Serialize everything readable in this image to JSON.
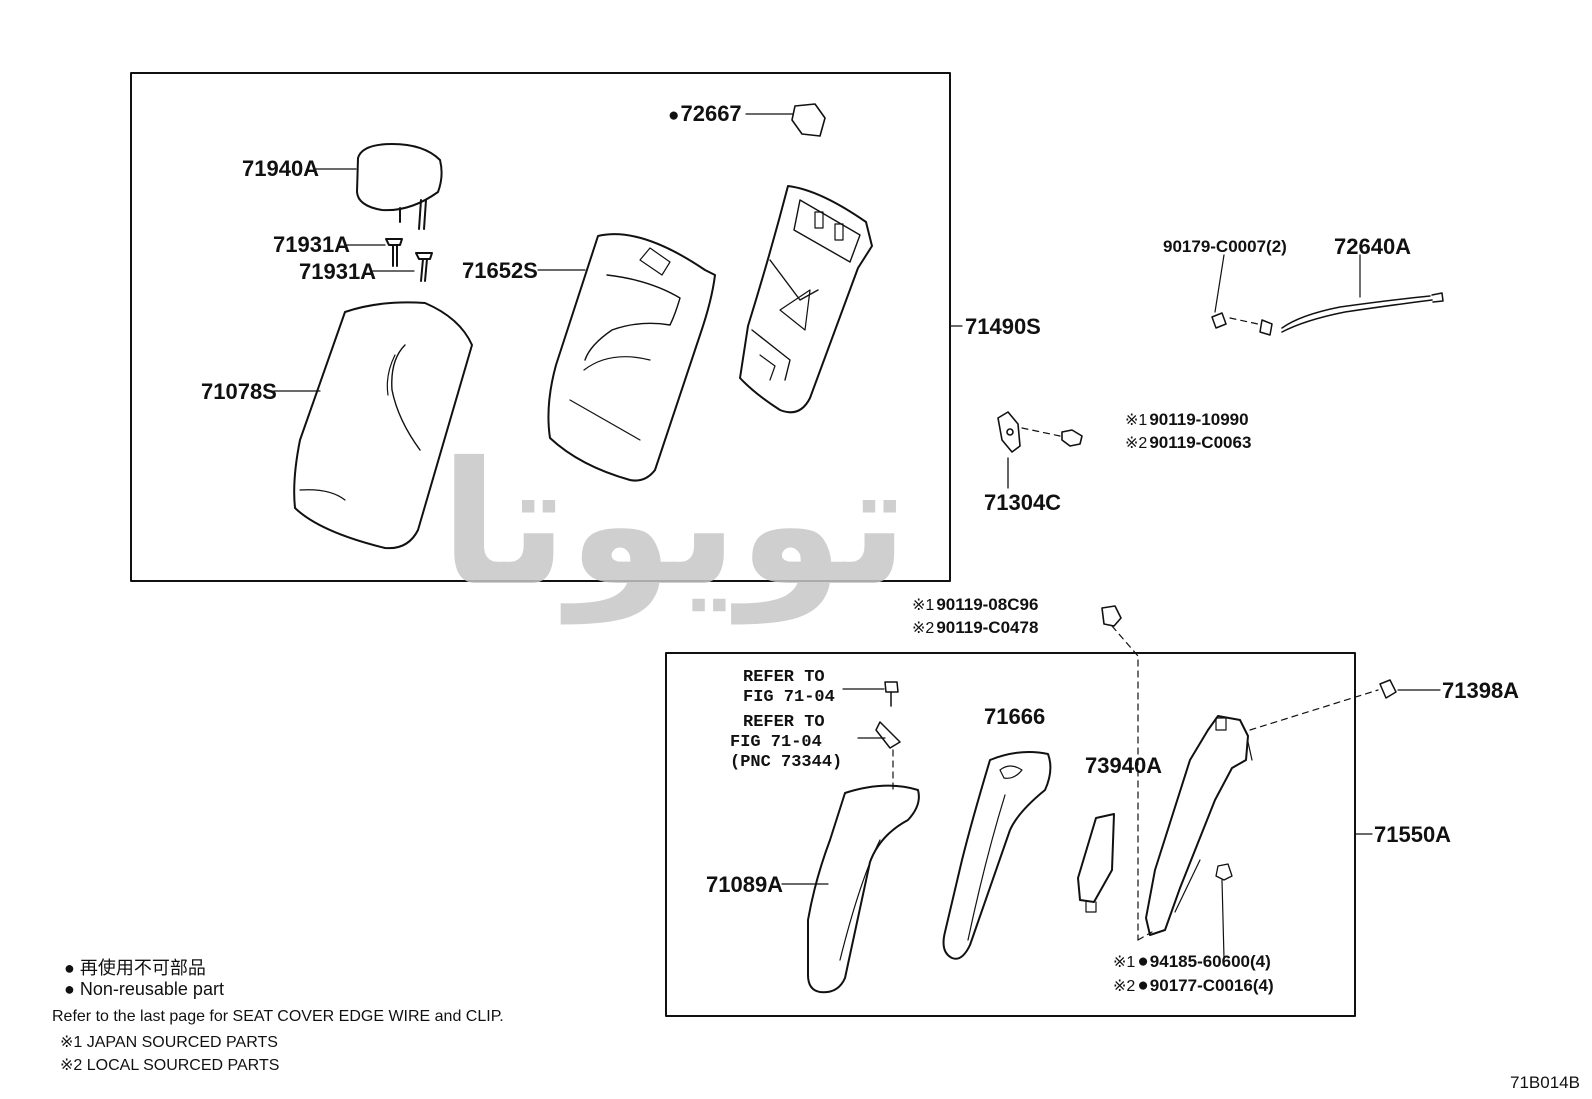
{
  "parts": {
    "p72667": "72667",
    "p71940A": "71940A",
    "p71931A_1": "71931A",
    "p71931A_2": "71931A",
    "p71652S": "71652S",
    "p71078S": "71078S",
    "p71490S": "71490S",
    "p90179": "90179-C0007(2)",
    "p72640A": "72640A",
    "p90119_10990": "90119-10990",
    "p90119_C0063": "90119-C0063",
    "p71304C": "71304C",
    "p90119_08C96": "90119-08C96",
    "p90119_C0478": "90119-C0478",
    "p71666": "71666",
    "p73940A": "73940A",
    "p71398A": "71398A",
    "p71550A": "71550A",
    "p71089A": "71089A",
    "p94185": "94185-60600(4)",
    "p90177": "90177-C0016(4)"
  },
  "marks": {
    "dot": "●",
    "j1": "※1",
    "l2": "※2"
  },
  "refs": {
    "refer1_line1": "REFER TO",
    "refer1_line2": "FIG 71-04",
    "refer2_line1": "REFER TO",
    "refer2_line2": "FIG 71-04",
    "refer2_line3": "(PNC 73344)"
  },
  "legend": {
    "jp_nonreusable": "● 再使用不可部品",
    "en_nonreusable": "● Non-reusable part",
    "refer_last_page": "Refer to the last page for SEAT COVER EDGE WIRE and CLIP.",
    "japan_parts": "※1 JAPAN SOURCED PARTS",
    "local_parts": "※2 LOCAL SOURCED PARTS"
  },
  "diagram_code": "71B014B",
  "watermark_text": "تویوتا"
}
